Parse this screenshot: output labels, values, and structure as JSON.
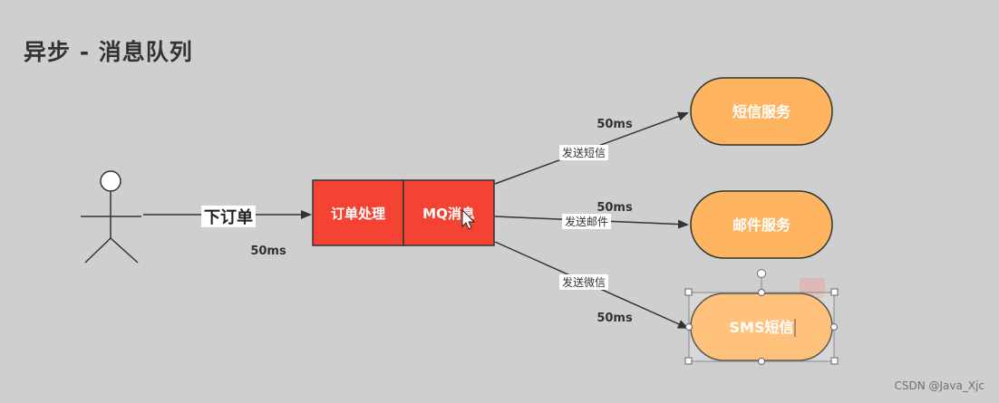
{
  "title": "异步 - 消息队列",
  "watermark": "CSDN @Java_Xjc",
  "actor": {
    "action_label": "下订单",
    "time_label": "50ms"
  },
  "process": {
    "order_label": "订单处理",
    "mq_label": "MQ消息"
  },
  "services": [
    {
      "name": "短信服务",
      "edge_label": "发送短信",
      "time_label": "50ms",
      "selected": false
    },
    {
      "name": "邮件服务",
      "edge_label": "发送邮件",
      "time_label": "50ms",
      "selected": false
    },
    {
      "name": "SMS短信",
      "edge_label": "发送微信",
      "time_label": "50ms",
      "selected": true
    }
  ],
  "colors": {
    "background": "#cfcfcf",
    "process_fill": "#f44333",
    "service_fill": "#ffb45f",
    "line": "#333333"
  }
}
